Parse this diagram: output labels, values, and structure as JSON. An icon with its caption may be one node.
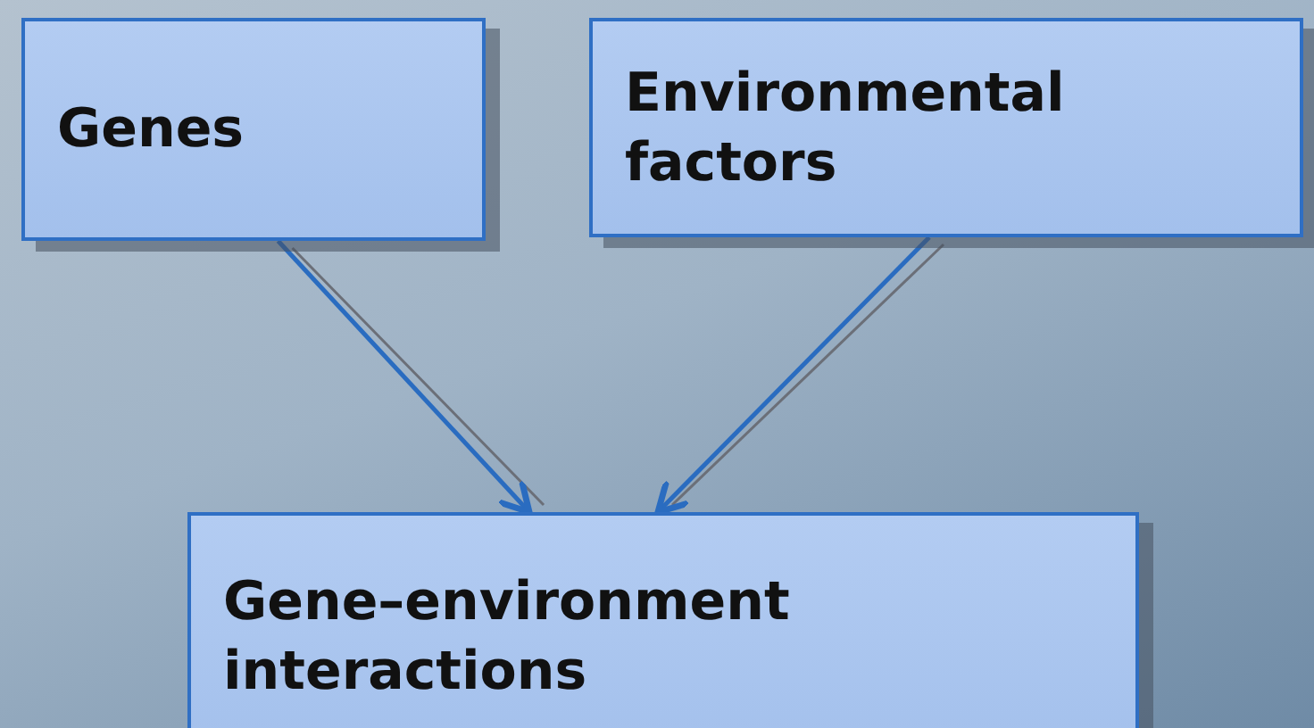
{
  "diagram": {
    "nodes": [
      {
        "text": [
          "Genes"
        ]
      },
      {
        "text": [
          "Environmental factors"
        ]
      },
      {
        "text": [
          "Gene–environment interactions"
        ]
      }
    ],
    "edges": [
      {
        "from": 0,
        "to": 2,
        "arrow": "to"
      },
      {
        "from": 1,
        "to": 2,
        "arrow": "to"
      }
    ]
  }
}
